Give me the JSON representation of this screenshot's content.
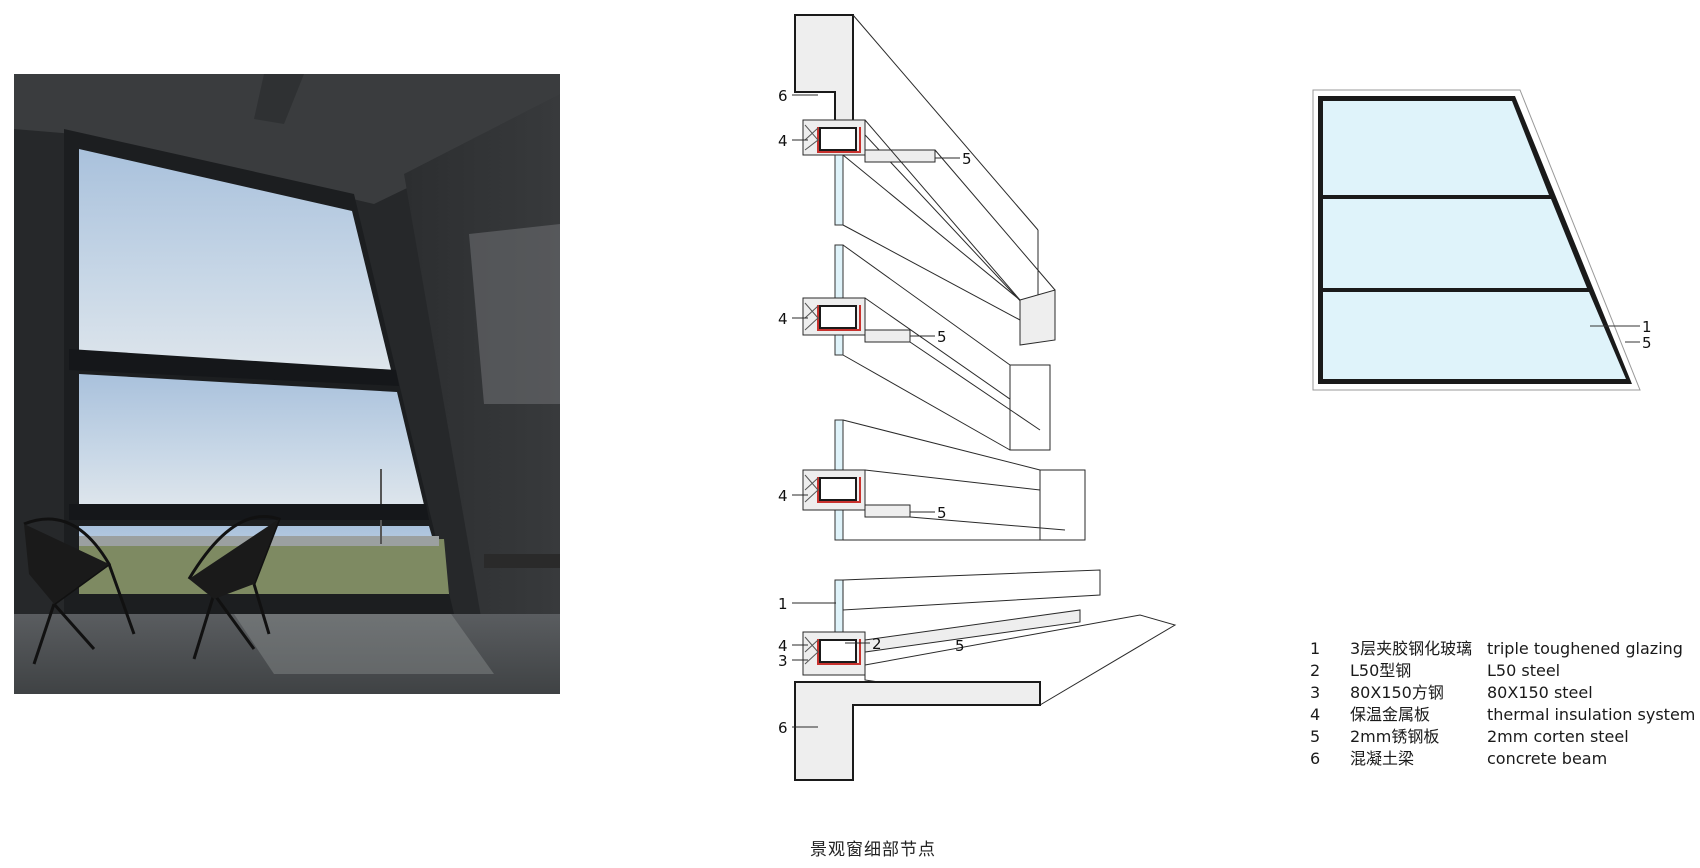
{
  "caption": "景观窗细部节点",
  "section_labels": {
    "beam_top": "6",
    "panel_1": "4",
    "plate_1": "5",
    "panel_2": "4",
    "plate_2": "5",
    "panel_3": "4",
    "plate_3": "5",
    "glazing": "1",
    "panel_4": "4",
    "steel_angle": "2",
    "plate_4": "5",
    "square_tube": "3",
    "beam_bottom": "6"
  },
  "elevation_labels": {
    "glazing": "1",
    "plate": "5"
  },
  "legend": [
    {
      "num": "1",
      "zh": "3层夹胶钢化玻璃",
      "en": "triple toughened glazing"
    },
    {
      "num": "2",
      "zh": "L50型钢",
      "en": "L50 steel"
    },
    {
      "num": "3",
      "zh": "80X150方钢",
      "en": "80X150 steel"
    },
    {
      "num": "4",
      "zh": "保温金属板",
      "en": "thermal insulation system"
    },
    {
      "num": "5",
      "zh": "2mm锈钢板",
      "en": "2mm corten steel"
    },
    {
      "num": "6",
      "zh": "混凝土梁",
      "en": "concrete beam"
    }
  ],
  "colors": {
    "glass": "#dff3fa",
    "concrete": "#eeeeee",
    "steel_red": "#c8322e",
    "frame": "#1a1a1a"
  }
}
